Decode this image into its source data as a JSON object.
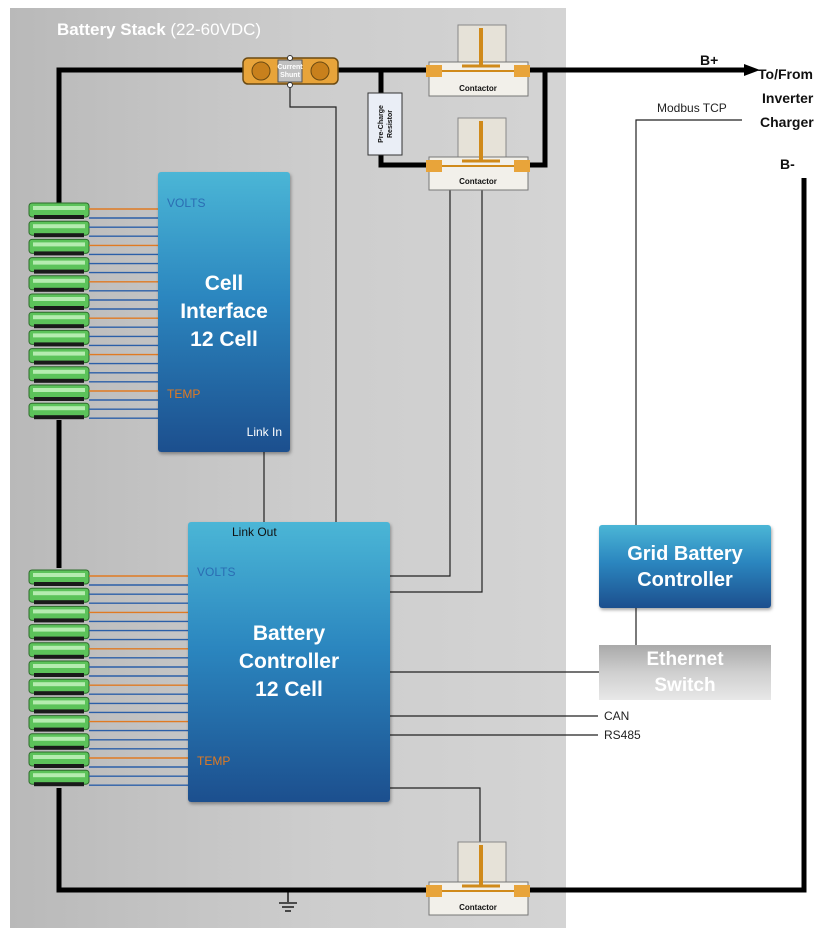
{
  "stack": {
    "title_bold": "Battery Stack",
    "title_rest": " (22-60VDC)"
  },
  "terminals": {
    "b_plus": "B+",
    "b_minus": "B-",
    "to_from_line1": "To/From",
    "to_from_line2": "Inverter",
    "to_from_line3": "Charger"
  },
  "comms": {
    "modbus": "Modbus TCP",
    "can": "CAN",
    "rs485": "RS485"
  },
  "components": {
    "current_shunt_line1": "Current",
    "current_shunt_line2": "Shunt",
    "precharge_line1": "Pre-Charge",
    "precharge_line2": "Resistor",
    "contactor": "Contactor"
  },
  "cell_interface": {
    "title_line1": "Cell",
    "title_line2": "Interface",
    "title_line3": "12 Cell",
    "volts": "VOLTS",
    "temp": "TEMP",
    "link_in": "Link In"
  },
  "battery_controller": {
    "title_line1": "Battery",
    "title_line2": "Controller",
    "title_line3": "12 Cell",
    "volts": "VOLTS",
    "temp": "TEMP",
    "link_out": "Link Out"
  },
  "grid_controller": {
    "title_line1": "Grid Battery",
    "title_line2": "Controller"
  },
  "ethernet_switch": {
    "title_line1": "Ethernet",
    "title_line2": "Switch"
  },
  "colors": {
    "volt_wire": "#2b5fa8",
    "temp_wire": "#e07a22",
    "bus": "#000000",
    "cell_green": "#5cc35a"
  }
}
